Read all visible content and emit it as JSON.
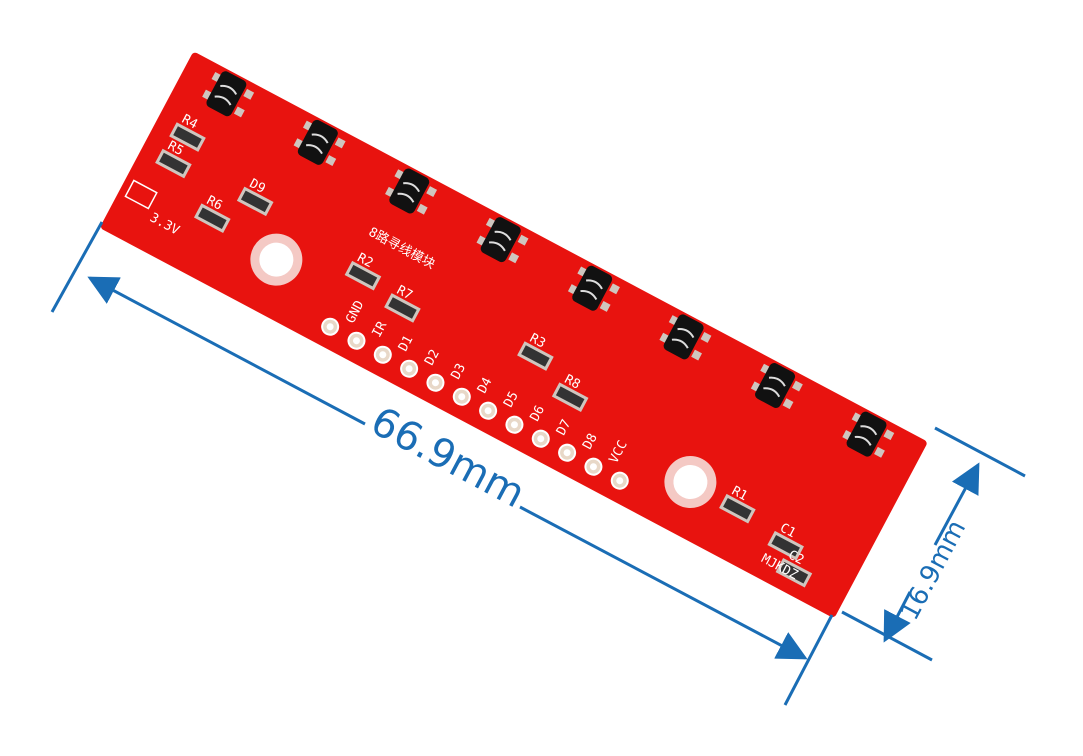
{
  "product": {
    "board_title": "8路寻线模块",
    "voltage_label": "3.3V",
    "brand_label": "MJKDZ",
    "component_labels": [
      "R4",
      "R5",
      "R6",
      "D9",
      "R2",
      "R7",
      "R3",
      "R8",
      "R1",
      "C1",
      "C2"
    ],
    "pin_labels": [
      "GND",
      "IR",
      "D1",
      "D2",
      "D3",
      "D4",
      "D5",
      "D6",
      "D7",
      "D8",
      "VCC"
    ],
    "sensor_count": 8,
    "board_color": "#e8130f"
  },
  "dimensions": {
    "length": "66.9mm",
    "width": "16.9mm",
    "color": "#1a6db5"
  }
}
